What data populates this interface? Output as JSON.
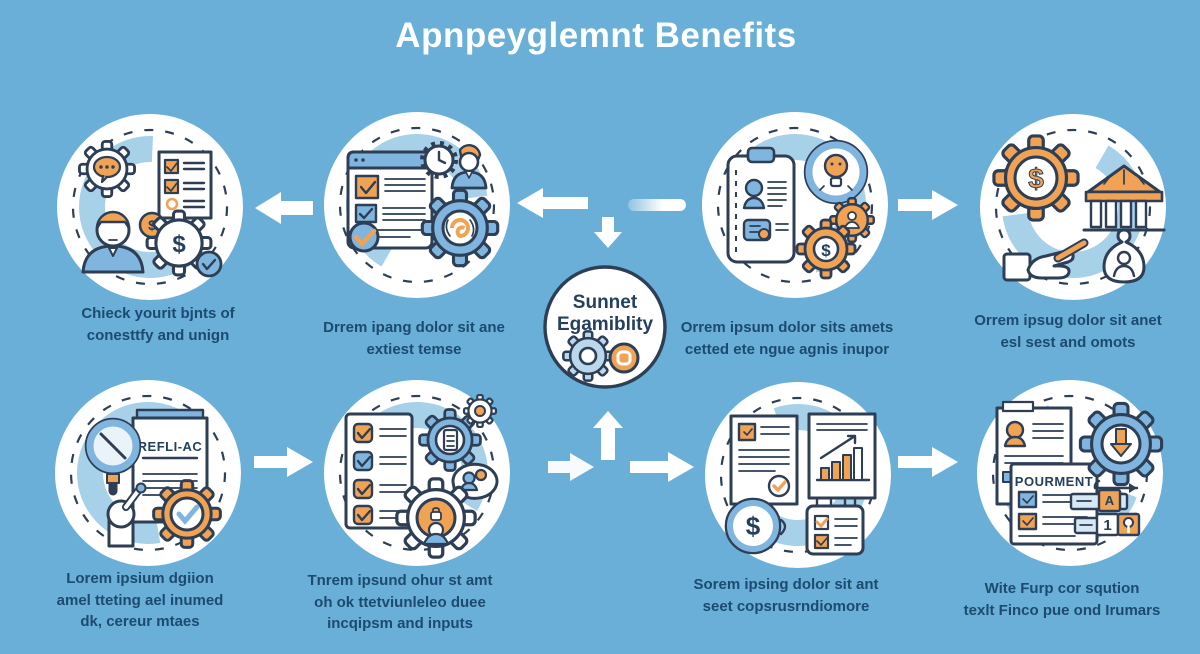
{
  "title": "Apnpeyglemnt Benefits",
  "center": {
    "line1": "Sunnet",
    "line2": "Egamiblity"
  },
  "glyphs": {
    "dollar": "$"
  },
  "colors": {
    "background": "#69AFD7",
    "line_navy": "#2D3E55",
    "accent_orange": "#F0A355",
    "icon_blue": "#7FB5DE",
    "caption_text": "#1C4A70",
    "title_text": "#FFFFFF"
  },
  "nodes": [
    {
      "icon": "profile-gears-money-checklist-icon",
      "lines": [
        "Chieck yourit bjnts of",
        "conesttfy and unign"
      ]
    },
    {
      "icon": "browser-checklist-clock-target-gear-icon",
      "lines": [
        "Drrem ipang dolor sit ane",
        "extiest temse"
      ]
    },
    {
      "icon": "clipboard-lightbulb-money-gears-icon",
      "lines": [
        "Orrem ipsum dolor sits amets",
        "cetted ete ngue agnis inupor"
      ]
    },
    {
      "icon": "dollar-gear-building-hand-moneybag-icon",
      "lines": [
        "Orrem ipsug dolor sit anet",
        "esl sest and omots"
      ]
    },
    {
      "icon": "magnifier-document-check-gear-icon",
      "doc_title": "REFLI-AC",
      "lines": [
        "Lorem ipsium dgiion",
        "amel tteting ael inumed",
        "dk, cereur mtaes"
      ]
    },
    {
      "icon": "checklist-gears-people-chat-icon",
      "lines": [
        "Tnrem ipsund ohur st amt",
        "oh ok ttetviunleleo duee",
        "incqipsm and inputs"
      ]
    },
    {
      "icon": "report-barchart-coin-notepad-icon",
      "lines": [
        "Sorem ipsing dolor sit ant",
        "seet copsrusrndiomore"
      ]
    },
    {
      "icon": "payment-docs-download-gear-blocks-icon",
      "doc_title": "POURMENT",
      "block_a": "A",
      "block_1": "1",
      "lines": [
        "Wite Furp cor sqution",
        "texlt Finco pue ond Irumars"
      ]
    }
  ]
}
